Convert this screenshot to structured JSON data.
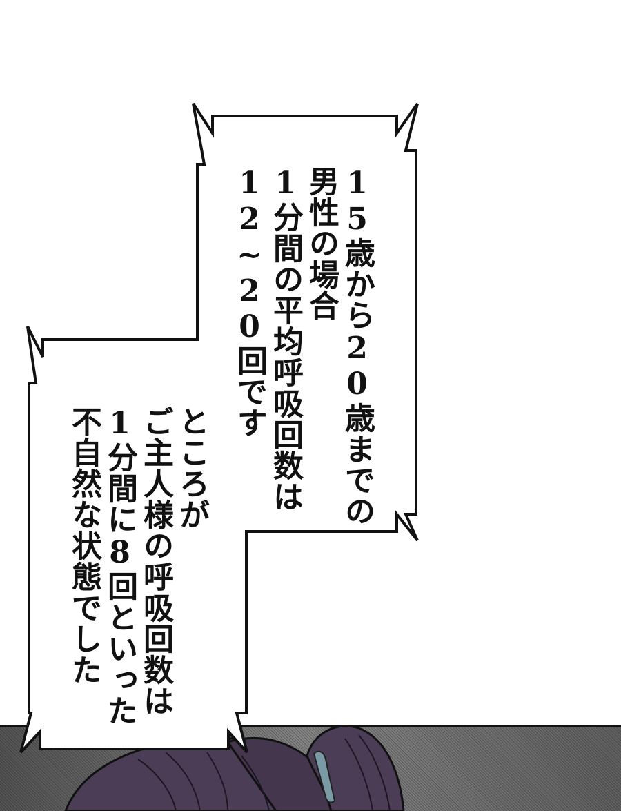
{
  "bubble_1": {
    "lines": [
      "15歳から20歳までの",
      "男性の場合",
      "1分間の平均呼吸回数は",
      "12~20回です"
    ]
  },
  "bubble_2": {
    "lines": [
      "ところが",
      "ご主人様の呼吸回数は",
      "1分間に8回といった",
      "不自然な状態でした"
    ]
  },
  "art": {
    "hair_color": "#4a3d55",
    "hair_tie_color": "#7a9aa6",
    "background_tone": "#9e9e9e"
  }
}
